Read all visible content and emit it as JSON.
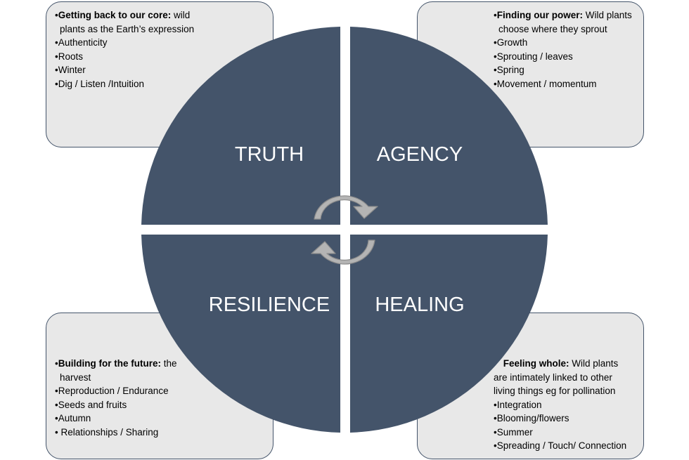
{
  "quadrants": {
    "truth": {
      "label": "TRUTH"
    },
    "agency": {
      "label": "AGENCY"
    },
    "resilience": {
      "label": "RESILIENCE"
    },
    "healing": {
      "label": "HEALING"
    }
  },
  "boxes": {
    "top_left": {
      "bullet": "•",
      "heading_bold": "Getting back to our core:",
      "heading_rest": " wild",
      "heading_line2": "plants as the Earth’s expression",
      "items": [
        "•Authenticity",
        "•Roots",
        "•Winter",
        "•Dig / Listen /Intuition"
      ]
    },
    "top_right": {
      "bullet": "•",
      "heading_bold": "Finding our power:",
      "heading_rest": " Wild plants",
      "heading_line2": "choose where they sprout",
      "items": [
        "•Growth",
        "•Sprouting / leaves",
        "•Spring",
        "•Movement / momentum"
      ]
    },
    "bottom_left": {
      "bullet": "•",
      "heading_bold": "Building for the future:",
      "heading_rest": " the",
      "heading_line2": "harvest",
      "items": [
        "•Reproduction / Endurance",
        "•Seeds and fruits",
        "•Autumn",
        "• Relationships / Sharing"
      ]
    },
    "bottom_right": {
      "heading_bold": "Feeling whole:",
      "heading_rest": " Wild plants",
      "heading_line2": "are intimately linked to other",
      "heading_line3": "living things eg for pollination",
      "items": [
        "•Integration",
        "•Blooming/flowers",
        "•Summer",
        "•Spreading / Touch/ Connection"
      ]
    },
    "colors": {
      "box_fill": "#e8e8e8",
      "box_border": "#44546a"
    }
  },
  "colors": {
    "quadrant_fill": "#44546a",
    "arrow_fill": "#b4b4b4",
    "arrow_stroke": "#8c8c8c"
  }
}
